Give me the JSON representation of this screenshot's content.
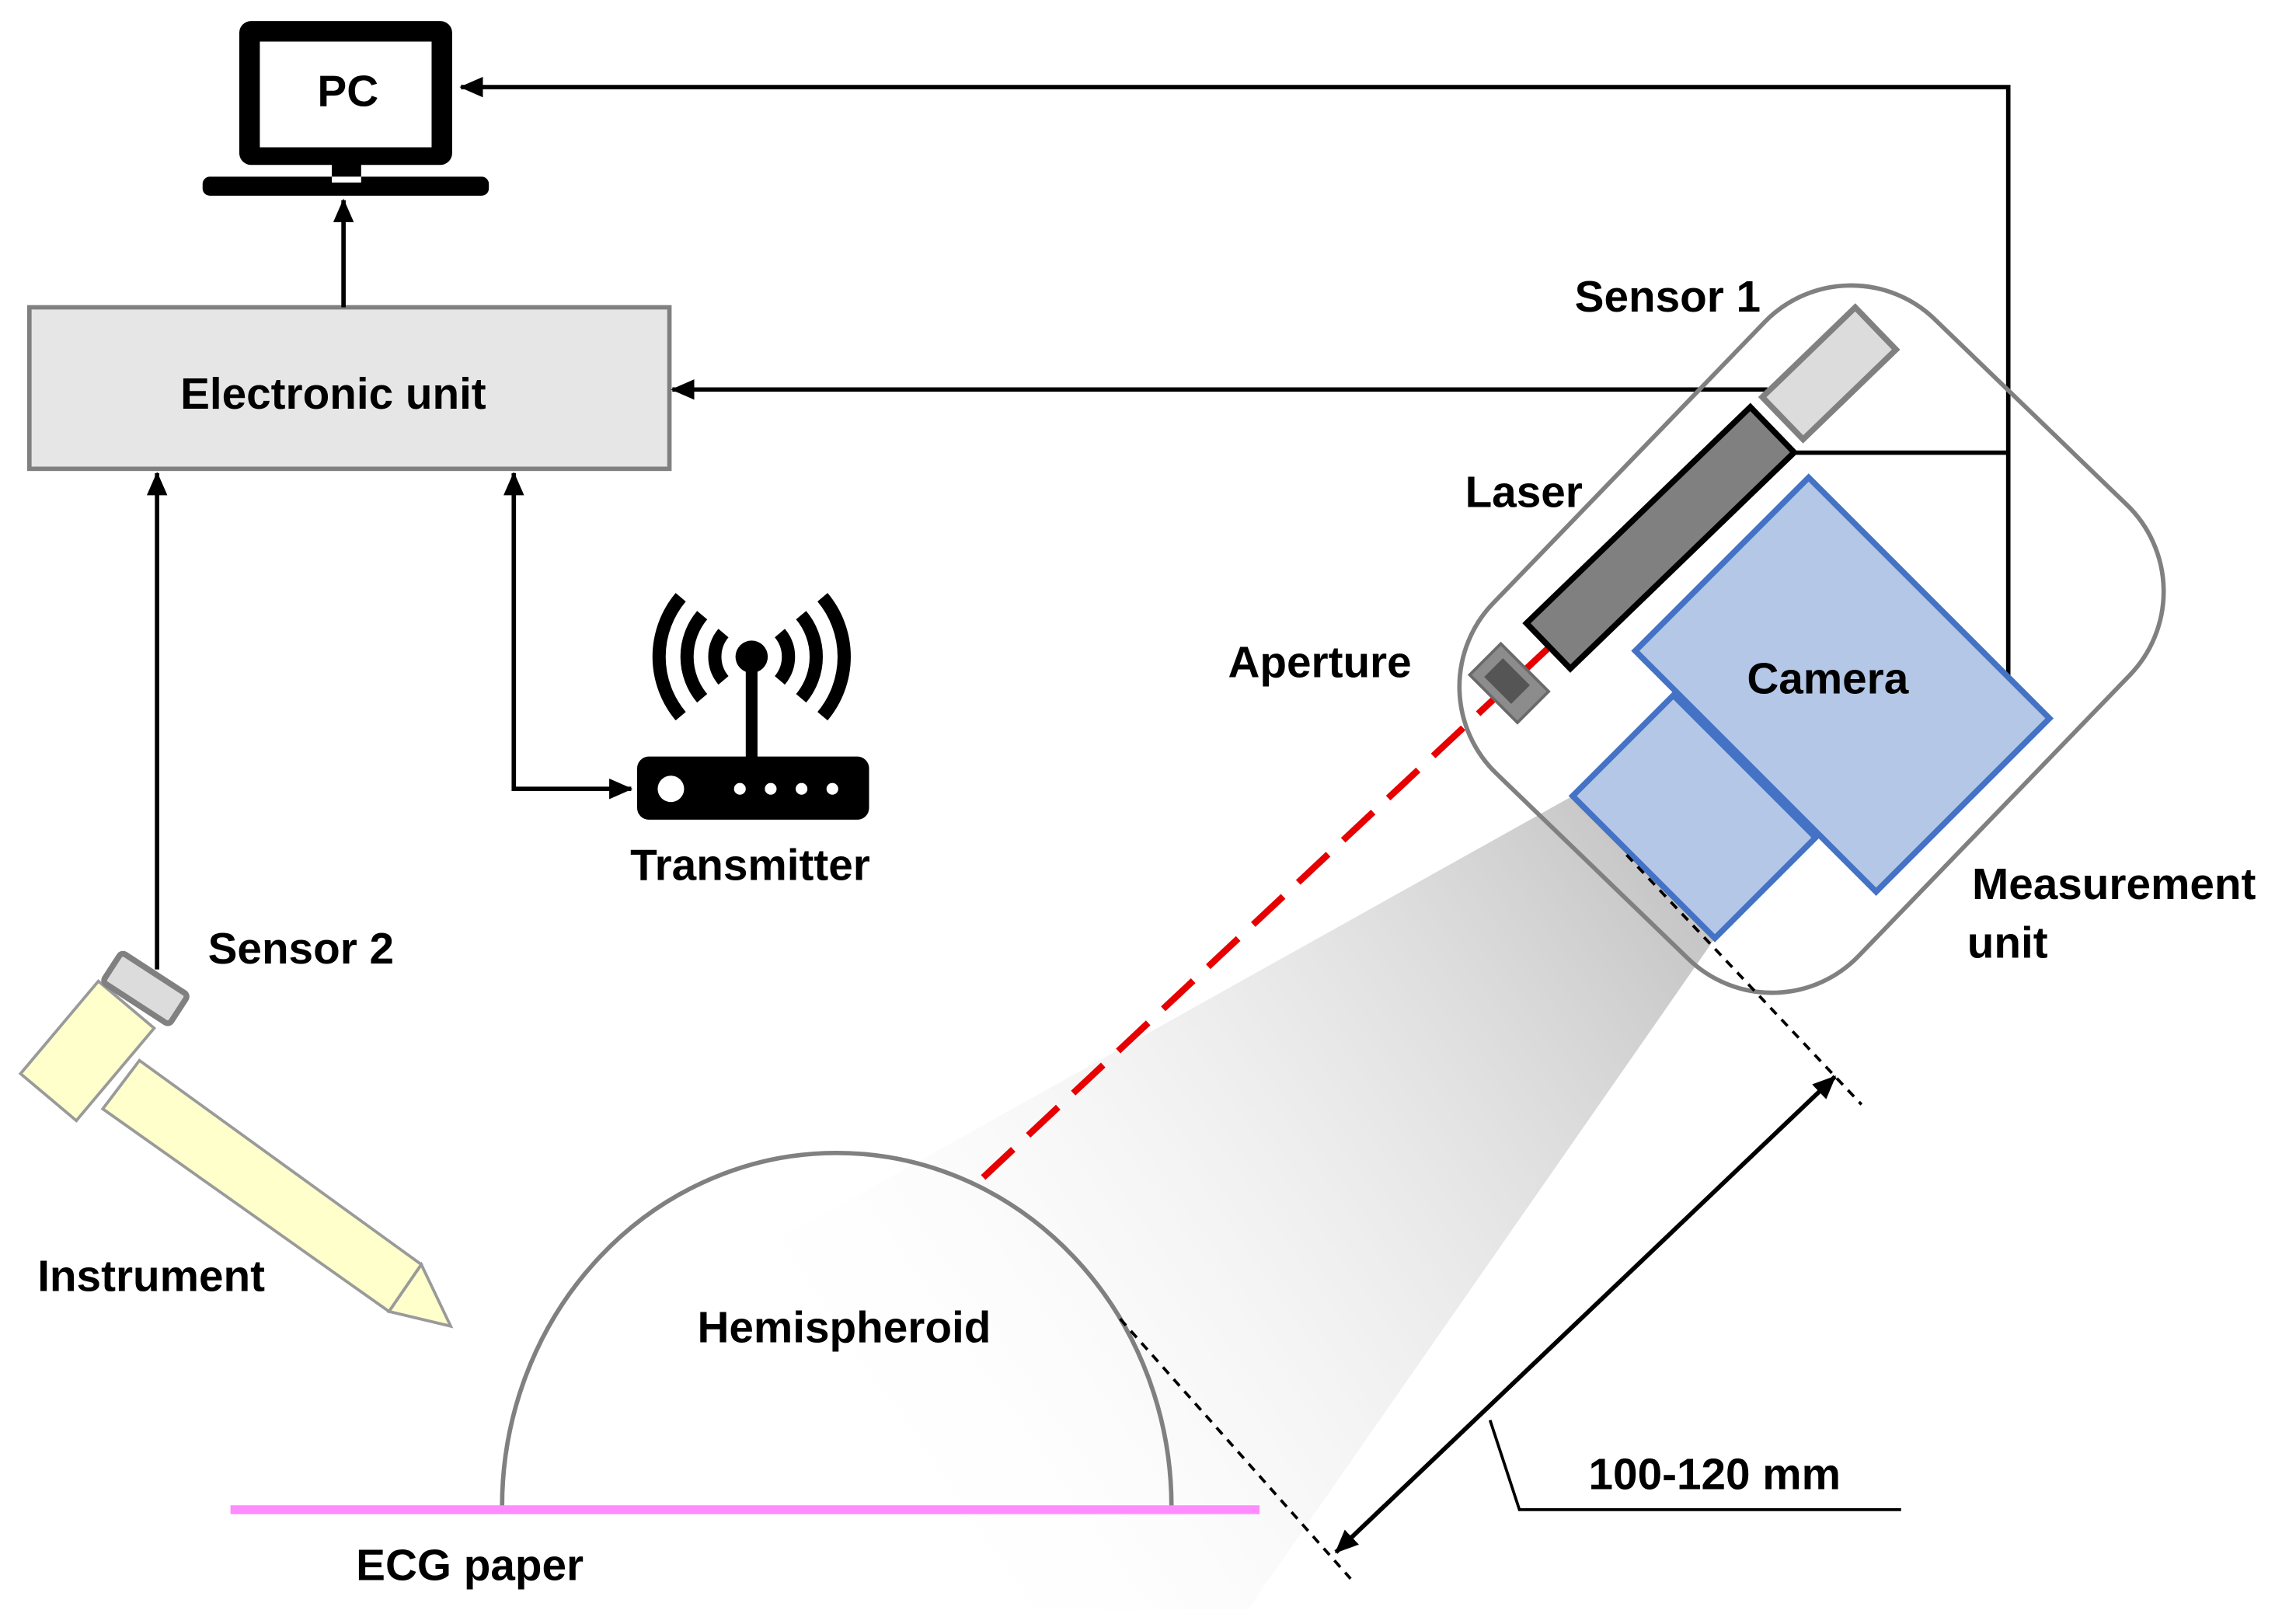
{
  "labels": {
    "pc": "PC",
    "electronic_unit": "Electronic unit",
    "transmitter": "Transmitter",
    "sensor_2": "Sensor 2",
    "instrument": "Instrument",
    "hemispheroid": "Hemispheroid",
    "ecg_paper": "ECG paper",
    "sensor_1": "Sensor 1",
    "laser": "Laser",
    "aperture": "Aperture",
    "camera": "Camera",
    "measurement_unit": [
      "Measurement",
      "unit"
    ],
    "distance": "100-120 mm"
  },
  "colors": {
    "electronic_unit_fill": "#e6e6e6",
    "camera_fill": "#b4c7e7",
    "lens_fill": "#b4c7e7",
    "laser_body": "#808080",
    "laser_beam": "#e60000",
    "ecg_paper": "#ff8cff",
    "instrument": "#ffffcc",
    "sensor_fill": "#dcdcdc"
  }
}
